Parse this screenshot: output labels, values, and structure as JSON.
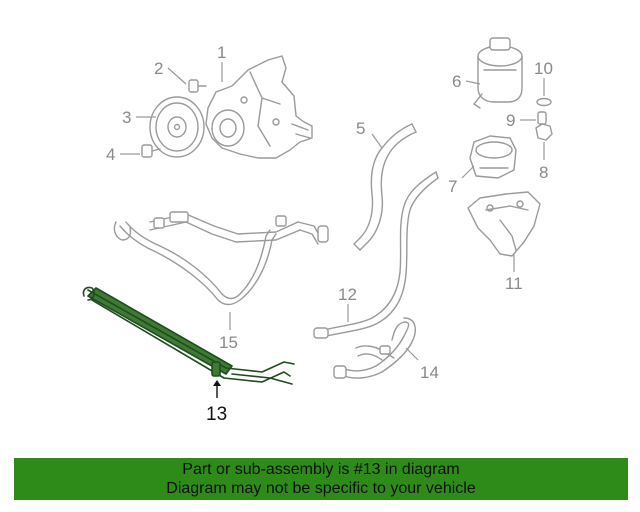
{
  "diagram": {
    "callouts": [
      "1",
      "2",
      "3",
      "4",
      "5",
      "6",
      "7",
      "8",
      "9",
      "10",
      "11",
      "12",
      "13",
      "14",
      "15"
    ],
    "highlighted_part": "13"
  },
  "banner": {
    "line1": "Part or sub-assembly is #13 in diagram",
    "line2": "Diagram may not be specific to your vehicle",
    "background_color": "#2e8b1a"
  },
  "colors": {
    "line_art": "#9a9a9a",
    "highlight": "#1f4d1f"
  }
}
